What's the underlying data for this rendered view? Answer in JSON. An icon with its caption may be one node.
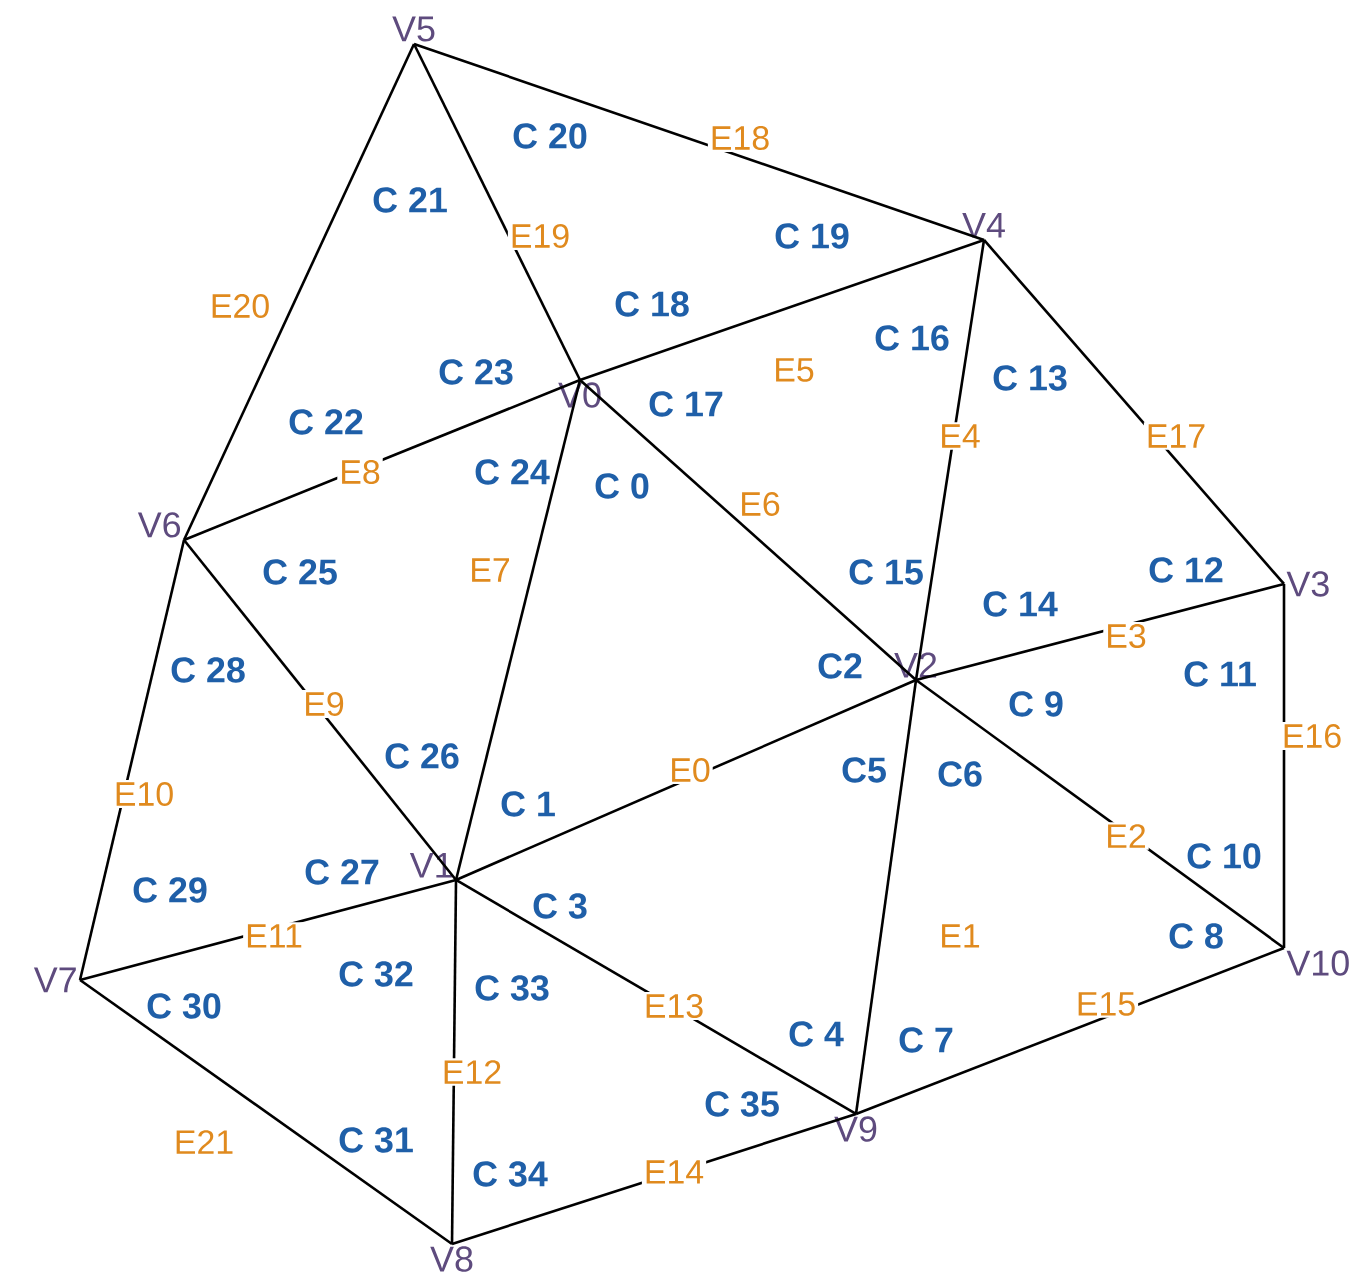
{
  "diagram": {
    "nodes": [
      {
        "text": [
          "V0"
        ]
      },
      {
        "text": [
          "V1"
        ]
      },
      {
        "text": [
          "V2"
        ]
      },
      {
        "text": [
          "V3"
        ]
      },
      {
        "text": [
          "V4"
        ]
      },
      {
        "text": [
          "V5"
        ]
      },
      {
        "text": [
          "V6"
        ]
      },
      {
        "text": [
          "V7"
        ]
      },
      {
        "text": [
          "V8"
        ]
      },
      {
        "text": [
          "V9"
        ]
      },
      {
        "text": [
          "V10"
        ]
      }
    ],
    "edges": [
      {
        "from": 1,
        "to": 2,
        "arrow": "none",
        "label": "E0"
      },
      {
        "from": 2,
        "to": 9,
        "arrow": "none",
        "label": "E1"
      },
      {
        "from": 2,
        "to": 10,
        "arrow": "none",
        "label": "E2"
      },
      {
        "from": 2,
        "to": 3,
        "arrow": "none",
        "label": "E3"
      },
      {
        "from": 2,
        "to": 4,
        "arrow": "none",
        "label": "E4"
      },
      {
        "from": 0,
        "to": 4,
        "arrow": "none",
        "label": "E5"
      },
      {
        "from": 0,
        "to": 2,
        "arrow": "none",
        "label": "E6"
      },
      {
        "from": 0,
        "to": 1,
        "arrow": "none",
        "label": "E7"
      },
      {
        "from": 0,
        "to": 6,
        "arrow": "none",
        "label": "E8"
      },
      {
        "from": 6,
        "to": 1,
        "arrow": "none",
        "label": "E9"
      },
      {
        "from": 6,
        "to": 7,
        "arrow": "none",
        "label": "E10"
      },
      {
        "from": 7,
        "to": 1,
        "arrow": "none",
        "label": "E11"
      },
      {
        "from": 1,
        "to": 8,
        "arrow": "none",
        "label": "E12"
      },
      {
        "from": 1,
        "to": 9,
        "arrow": "none",
        "label": "E13"
      },
      {
        "from": 8,
        "to": 9,
        "arrow": "none",
        "label": "E14"
      },
      {
        "from": 9,
        "to": 10,
        "arrow": "none",
        "label": "E15"
      },
      {
        "from": 3,
        "to": 10,
        "arrow": "none",
        "label": "E16"
      },
      {
        "from": 4,
        "to": 3,
        "arrow": "none",
        "label": "E17"
      },
      {
        "from": 5,
        "to": 4,
        "arrow": "none",
        "label": "E18"
      },
      {
        "from": 5,
        "to": 0,
        "arrow": "none",
        "label": "E19"
      },
      {
        "from": 5,
        "to": 6,
        "arrow": "none",
        "label": "E20"
      },
      {
        "from": 7,
        "to": 8,
        "arrow": "none",
        "label": "E21"
      }
    ],
    "labels": [
      "C 0",
      "C 1",
      "C2",
      "C 3",
      "C 4",
      "C5",
      "C6",
      "C 7",
      "C 8",
      "C 9",
      "C 10",
      "C 11",
      "C 12",
      "C 13",
      "C 14",
      "C 15",
      "C 16",
      "C 17",
      "C 18",
      "C 19",
      "C 20",
      "C 21",
      "C 22",
      "C 23",
      "C 24",
      "C 25",
      "C 26",
      "C 27",
      "C 28",
      "C 29",
      "C 30",
      "C 31",
      "C 32",
      "C 33",
      "C 34",
      "C 35"
    ]
  }
}
